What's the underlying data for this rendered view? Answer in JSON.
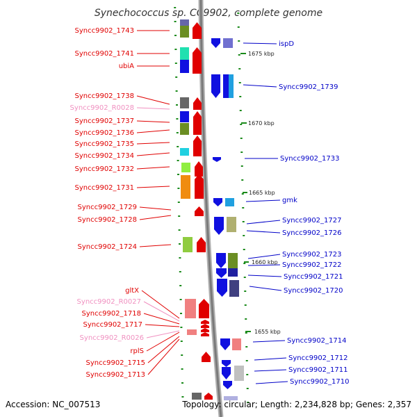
{
  "title": "Synechococcus sp. CC9902, complete genome",
  "footer": {
    "accession": "Accession: NC_007513",
    "topology": "Topology: circular; Length: 2,234,828 bp; Genes: 2,357"
  },
  "colors": {
    "forward_strand": "#e00000",
    "reverse_strand": "#0000c8",
    "rna_label": "#f090c0",
    "backbone": "#999999",
    "tick": "#1a8a1a"
  },
  "kbp_markers": [
    "1675 kbp",
    "1670 kbp",
    "1665 kbp",
    "1660 kbp",
    "1655 kbp"
  ],
  "left_genes": [
    "Syncc9902_1743",
    "Syncc9902_1741",
    "ubiA",
    "Syncc9902_1738",
    "Syncc9902_R0028",
    "Syncc9902_1737",
    "Syncc9902_1736",
    "Syncc9902_1735",
    "Syncc9902_1734",
    "Syncc9902_1732",
    "Syncc9902_1731",
    "Syncc9902_1729",
    "Syncc9902_1728",
    "Syncc9902_1724",
    "gltX",
    "Syncc9902_R0027",
    "Syncc9902_1718",
    "Syncc9902_1717",
    "Syncc9902_R0026",
    "rplS",
    "Syncc9902_1715",
    "Syncc9902_1713"
  ],
  "right_genes": [
    "ispD",
    "Syncc9902_1739",
    "Syncc9902_1733",
    "gmk",
    "Syncc9902_1727",
    "Syncc9902_1726",
    "Syncc9902_1723",
    "Syncc9902_1722",
    "Syncc9902_1721",
    "Syncc9902_1720",
    "Syncc9902_1714",
    "Syncc9902_1712",
    "Syncc9902_1711",
    "Syncc9902_1710"
  ]
}
